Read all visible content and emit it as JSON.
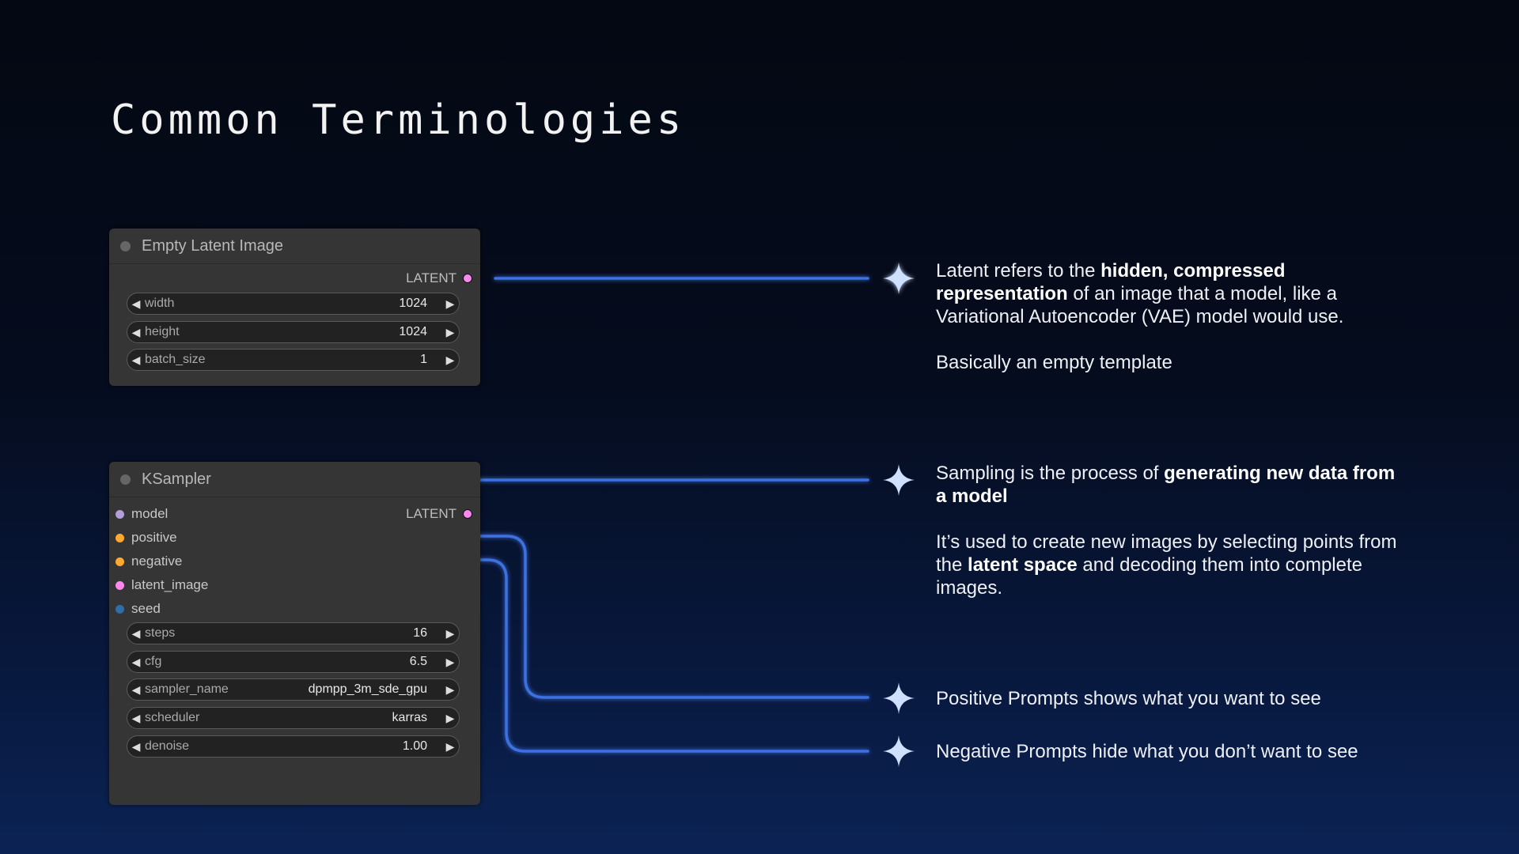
{
  "title": "Common Terminologies",
  "colors": {
    "wire": "#3d6fe0",
    "latent_pin": "#ff88ee",
    "model_pin": "#b39ddb",
    "cond_pin": "#ffa931",
    "seed_pin": "#2f6ea8"
  },
  "node_empty_latent": {
    "title": "Empty Latent Image",
    "output": "LATENT",
    "widgets": [
      {
        "label": "width",
        "value": "1024"
      },
      {
        "label": "height",
        "value": "1024"
      },
      {
        "label": "batch_size",
        "value": "1"
      }
    ]
  },
  "node_ksampler": {
    "title": "KSampler",
    "output": "LATENT",
    "inputs": [
      "model",
      "positive",
      "negative",
      "latent_image",
      "seed"
    ],
    "widgets": [
      {
        "label": "steps",
        "value": "16"
      },
      {
        "label": "cfg",
        "value": "6.5"
      },
      {
        "label": "sampler_name",
        "value": "dpmpp_3m_sde_gpu"
      },
      {
        "label": "scheduler",
        "value": "karras"
      },
      {
        "label": "denoise",
        "value": "1.00"
      }
    ]
  },
  "annotations": {
    "latent": {
      "p1": [
        "Latent refers to the ",
        "hidden, compressed representation",
        " of an image that a model, like a Variational Autoencoder (VAE) model would use."
      ],
      "p2": "Basically an empty template"
    },
    "sampling": {
      "p1": [
        "Sampling is the process of ",
        "generating new data from a model"
      ],
      "p2": [
        "It’s used to create new images by selecting points from the ",
        "latent space",
        " and decoding them into complete images."
      ]
    },
    "positive": "Positive Prompts shows what you want to see",
    "negative": "Negative Prompts hide what you don’t want to see"
  }
}
